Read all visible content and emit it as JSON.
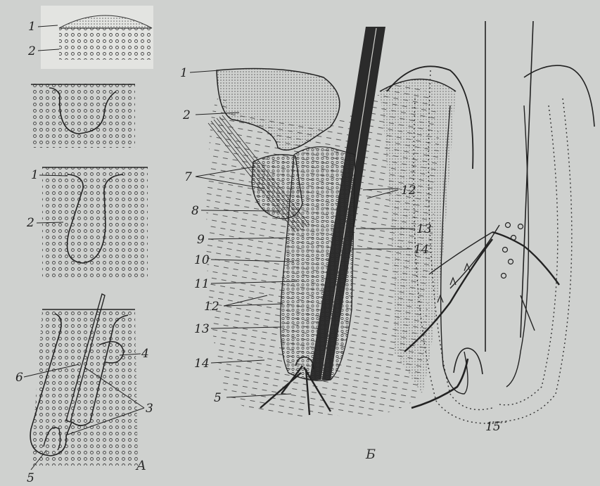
{
  "figure": {
    "panels": {
      "a": {
        "letter": "A",
        "stage1": {
          "labels": [
            "1",
            "2"
          ]
        },
        "stage3": {
          "labels": [
            "1",
            "2"
          ]
        },
        "stage4": {
          "labels": [
            "4",
            "6",
            "3",
            "5"
          ]
        }
      },
      "b": {
        "letter": "Б",
        "labels_left": [
          "1",
          "2",
          "7",
          "8",
          "9",
          "10",
          "11",
          "12",
          "13",
          "14",
          "5"
        ],
        "labels_right": [
          "12",
          "13",
          "14"
        ]
      },
      "c": {
        "labels": [
          "15"
        ]
      }
    },
    "colors": {
      "paper": "#cfd1cf",
      "ink": "#2a2a2a",
      "dots": "#4a4a4a"
    }
  }
}
